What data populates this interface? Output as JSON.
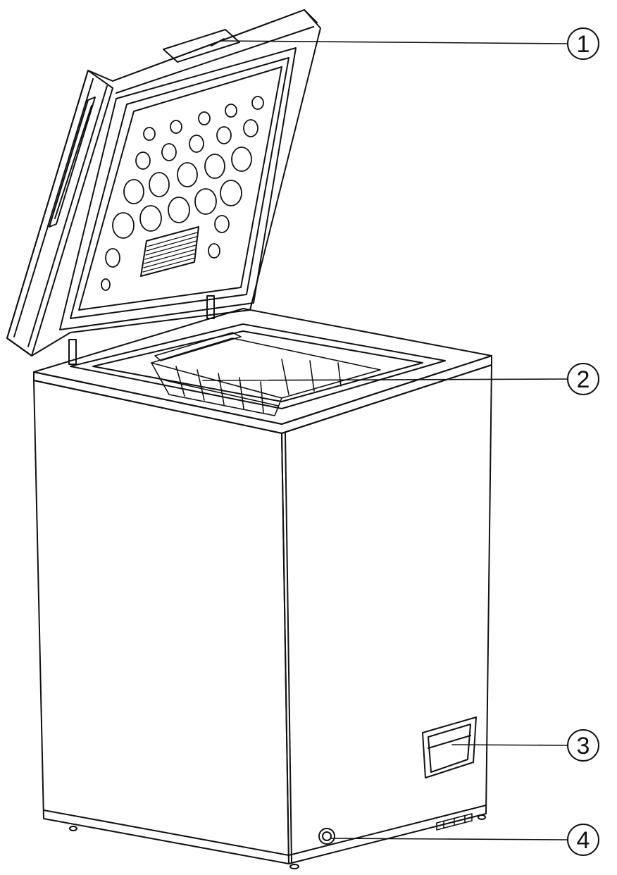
{
  "diagram": {
    "callouts": [
      {
        "number": "1"
      },
      {
        "number": "2"
      },
      {
        "number": "3"
      },
      {
        "number": "4"
      }
    ]
  },
  "colors": {
    "line": "#111111",
    "background": "#ffffff"
  }
}
